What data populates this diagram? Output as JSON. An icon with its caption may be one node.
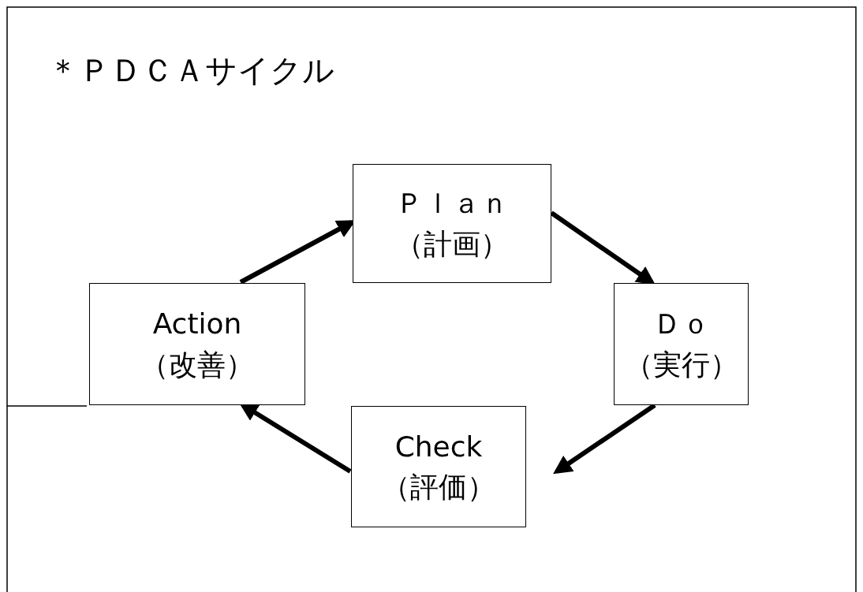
{
  "diagram": {
    "title": "＊ＰＤＣＡサイクル",
    "nodes": [
      {
        "text": [
          "Ｐｌａｎ",
          "（計画）"
        ]
      },
      {
        "text": [
          "Ｄｏ",
          "（実行）"
        ]
      },
      {
        "text": [
          "Check",
          "（評価）"
        ]
      },
      {
        "text": [
          "Action",
          "（改善）"
        ]
      }
    ],
    "edges": [
      {
        "from": 3,
        "to": 0,
        "arrow": "to"
      },
      {
        "from": 0,
        "to": 1,
        "arrow": "to"
      },
      {
        "from": 1,
        "to": 2,
        "arrow": "to"
      },
      {
        "from": 2,
        "to": 3,
        "arrow": "to"
      }
    ]
  }
}
